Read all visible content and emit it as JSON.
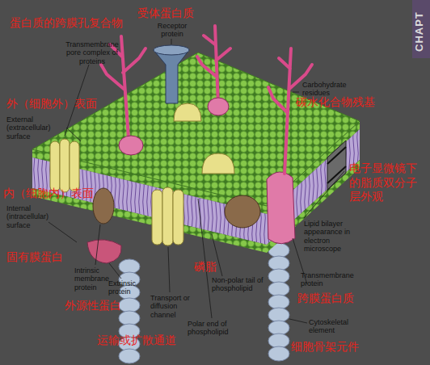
{
  "diagram": {
    "labels": [
      "蛋白质的跨膜孔复合物",
      "受体蛋白质",
      "Transmembrane pore complex of proteins",
      "Receptor protein",
      "外（细胞外）表面",
      "External (extracellular) surface",
      "Carbohydrate residues",
      "碳水化合物残基",
      "内（细胞内）表面",
      "Internal (intracellular) surface",
      "电子显微镜下的脂质双分子层外观",
      "Lipid bilayer appearance in electron microscope",
      "固有膜蛋白",
      "Intrinsic membrane protein",
      "Extrinsic protein",
      "外源性蛋白",
      "Transport or diffusion channel",
      "磷脂",
      "Non-polar tail of phospholipid",
      "Polar end of phospholipid",
      "Transmembrane protein",
      "跨膜蛋白质",
      "运输或扩散通道",
      "Cytoskeletal element",
      "细胞骨架元件",
      "CHAPT"
    ]
  }
}
